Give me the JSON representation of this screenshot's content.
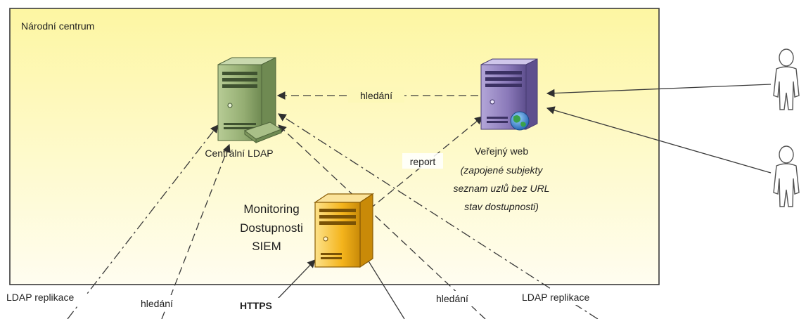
{
  "zone": {
    "title": "Národní centrum"
  },
  "nodes": {
    "central_ldap": {
      "label": "Centrální LDAP"
    },
    "public_web": {
      "label": "Veřejný web",
      "note_lines": [
        "(zapojené subjekty",
        "seznam uzlů bez URL",
        "stav dostupnosti)"
      ]
    },
    "monitoring": {
      "label_lines": [
        "Monitoring",
        "Dostupnosti",
        "SIEM"
      ]
    }
  },
  "edges": {
    "search_top": "hledání",
    "report": "report",
    "bottom_ldap_replication_left": "LDAP replikace",
    "bottom_search_left": "hledání",
    "bottom_https": "HTTPS",
    "bottom_search_right": "hledání",
    "bottom_ldap_replication_right": "LDAP replikace"
  },
  "colors": {
    "zone_fill_top": "#fdf7a8",
    "zone_fill_bottom": "#fefde9",
    "zone_border": "#3a3a3a",
    "server_green": "#9ab37a",
    "server_purple": "#8c7bb8",
    "server_orange": "#f0b21a",
    "line": "#3a3a3a"
  }
}
